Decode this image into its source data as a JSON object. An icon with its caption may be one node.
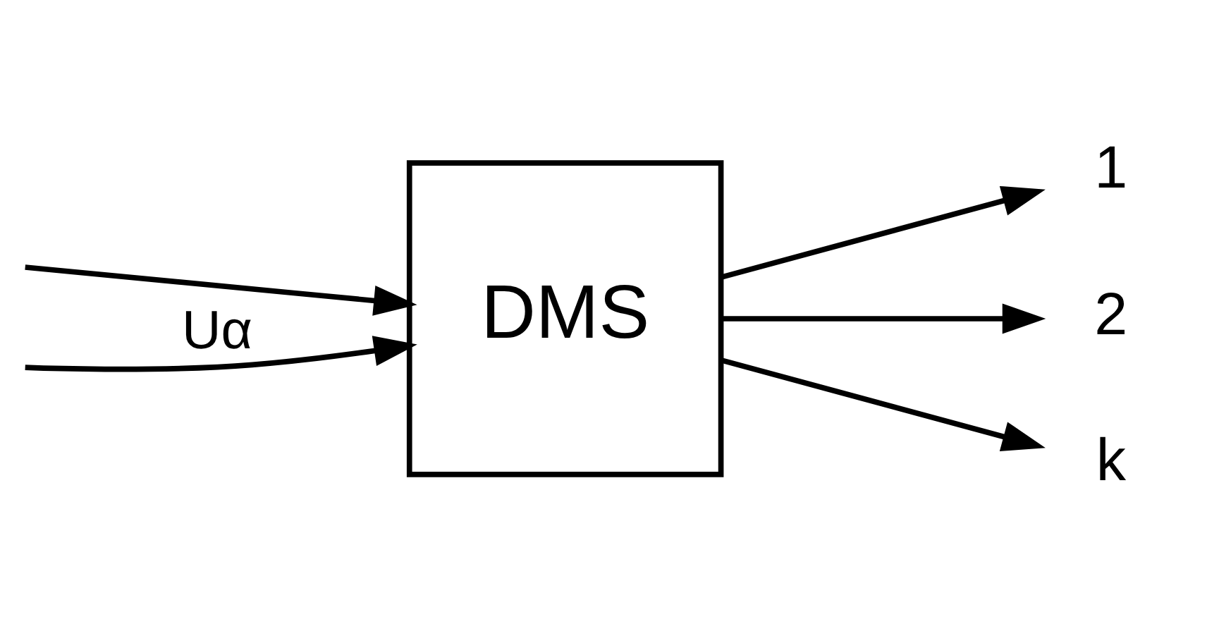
{
  "diagram": {
    "nodes": [
      {
        "text": [
          "DMS"
        ]
      },
      {
        "text": [
          "1"
        ]
      },
      {
        "text": [
          "2"
        ]
      },
      {
        "text": [
          "k"
        ]
      }
    ],
    "edges": [
      {
        "from": null,
        "to": 0,
        "arrow": "to"
      },
      {
        "from": null,
        "to": 0,
        "arrow": "to",
        "label": "Uα"
      },
      {
        "from": 0,
        "to": 1,
        "arrow": "to"
      },
      {
        "from": 0,
        "to": 2,
        "arrow": "to"
      },
      {
        "from": 0,
        "to": 3,
        "arrow": "to"
      }
    ]
  }
}
